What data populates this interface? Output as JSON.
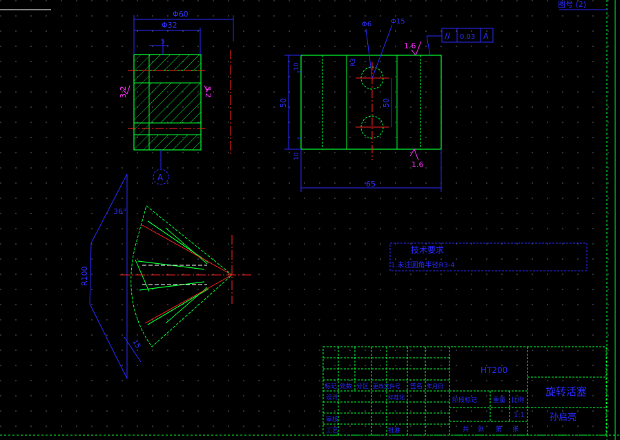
{
  "corner_label": "图号 (2)",
  "front_view": {
    "dims": {
      "width_overall": "Φ60",
      "width_inner": "Φ32",
      "small": "5"
    },
    "roughness_left": "3.2",
    "roughness_right": "3.2",
    "datum_label": "A"
  },
  "side_view": {
    "dims": {
      "hole_small": "Φ6",
      "hole_large": "Φ15",
      "height": "50",
      "hole_spacing": "50",
      "top_gap": "10",
      "bottom_gap": "10",
      "width": "65",
      "radius": "R3"
    },
    "roughness_top": "1.6",
    "roughness_bottom": "1.6",
    "tolerance": {
      "symbol": "//",
      "value": "0.03",
      "datum": "A"
    }
  },
  "fan_view": {
    "dims": {
      "angle": "36°",
      "radius": "R100",
      "width": "15"
    }
  },
  "technical_requirements": {
    "title": "技术要求",
    "line1": "1.未注圆角半径R3-4"
  },
  "title_block": {
    "material": "HT200",
    "part_name": "旋转活塞",
    "author": "孙启亮",
    "scale": "1:1",
    "header_cells": [
      "标记",
      "处数",
      "分区",
      "更改文件号",
      "签名",
      "年月日"
    ],
    "left_labels": [
      "设计",
      "审核",
      "工艺"
    ],
    "mid_labels": [
      "标准化",
      "批准"
    ],
    "stage_labels": [
      "阶段标记",
      "重量",
      "比例"
    ],
    "sheet_labels": [
      "共",
      "张",
      "第",
      "张"
    ]
  }
}
